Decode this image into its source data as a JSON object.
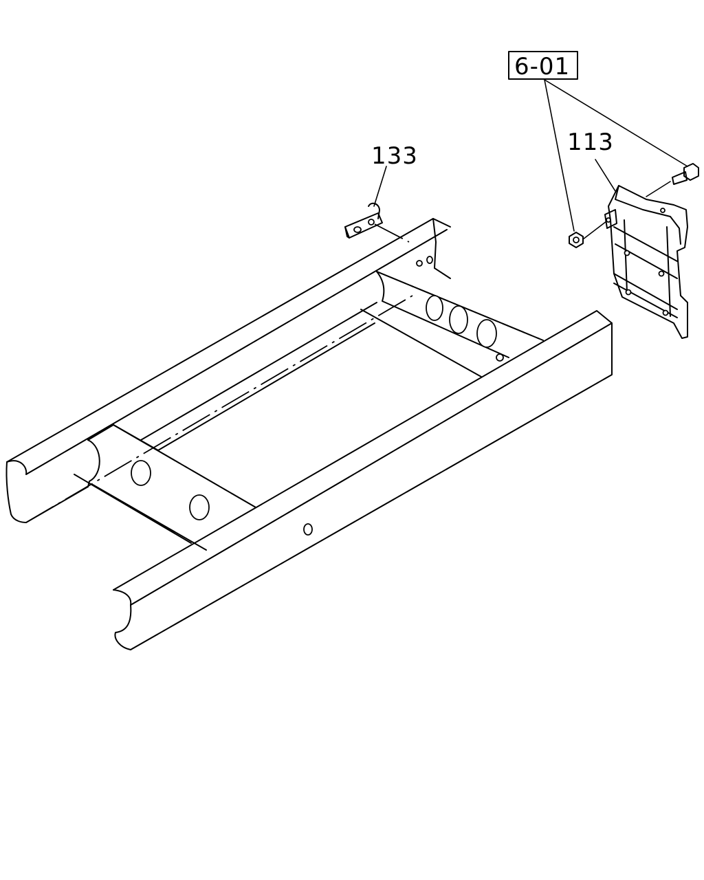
{
  "callouts": {
    "ref_box": "6-01",
    "part_113": "113",
    "part_133": "133"
  }
}
